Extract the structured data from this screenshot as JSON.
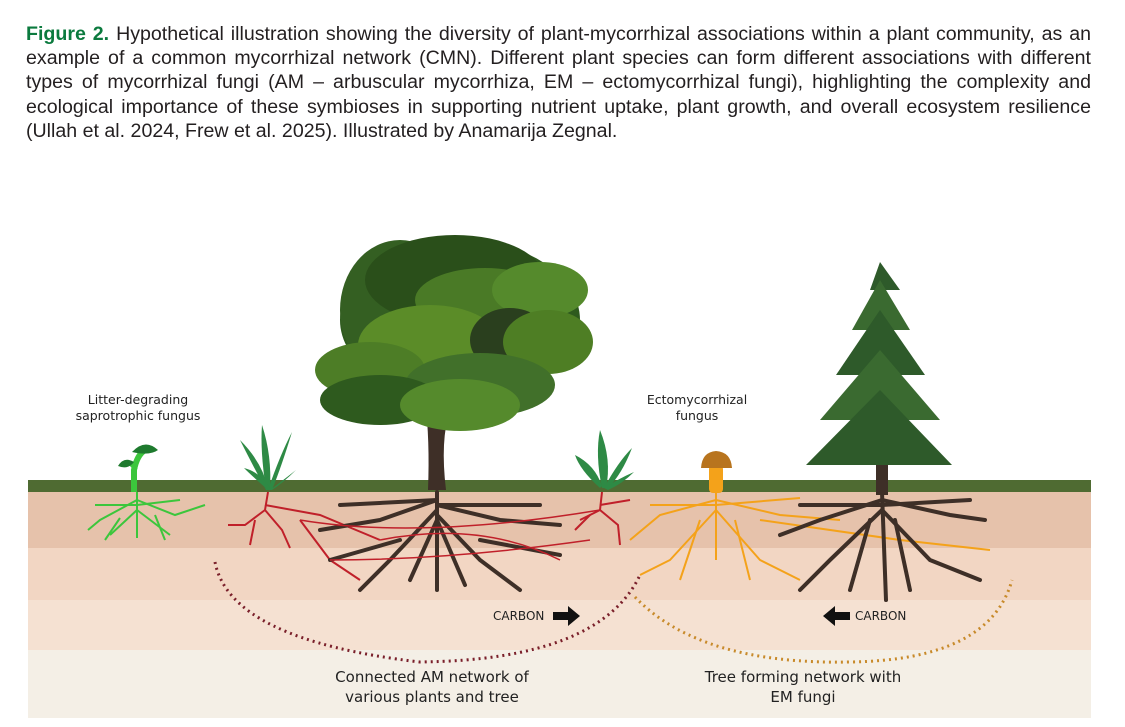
{
  "caption": {
    "figure_label": "Figure 2.",
    "text": "Hypothetical illustration showing the diversity of plant-mycorrhizal associations within a plant community, as an example of a common mycorrhizal network (CMN). Different plant species can form different associations with different types of mycorrhizal fungi (AM – arbuscular mycorrhiza, EM – ectomycorrhizal fungi), highlighting the complexity and ecological importance of these symbioses in supporting nutrient uptake, plant growth, and overall ecosystem resilience (Ullah et al. 2024, Frew et al. 2025). Illustrated by Anamarija Zegnal."
  },
  "labels": {
    "saprotrophic_line1": "Litter-degrading",
    "saprotrophic_line2": "saprotrophic fungus",
    "ecto_line1": "Ectomycorrhizal",
    "ecto_line2": "fungus",
    "carbon_left": "CARBON",
    "carbon_right": "CARBON",
    "am_network_line1": "Connected AM network of",
    "am_network_line2": "various plants and tree",
    "em_network_line1": "Tree forming network with",
    "em_network_line2": "EM fungi"
  },
  "colors": {
    "figure_label": "#0b7a3e",
    "grass": "#4f6b32",
    "soil_top": "#e8c6b0",
    "soil_mid": "#f2d9c6",
    "soil_bottom": "#f4efe6",
    "am_hyphae": "#c0202a",
    "em_hyphae": "#f4a21a",
    "saprotroph": "#3cc63c",
    "root": "#3e2f27",
    "am_boundary": "#7a1f2a",
    "em_boundary": "#c88a2a"
  }
}
